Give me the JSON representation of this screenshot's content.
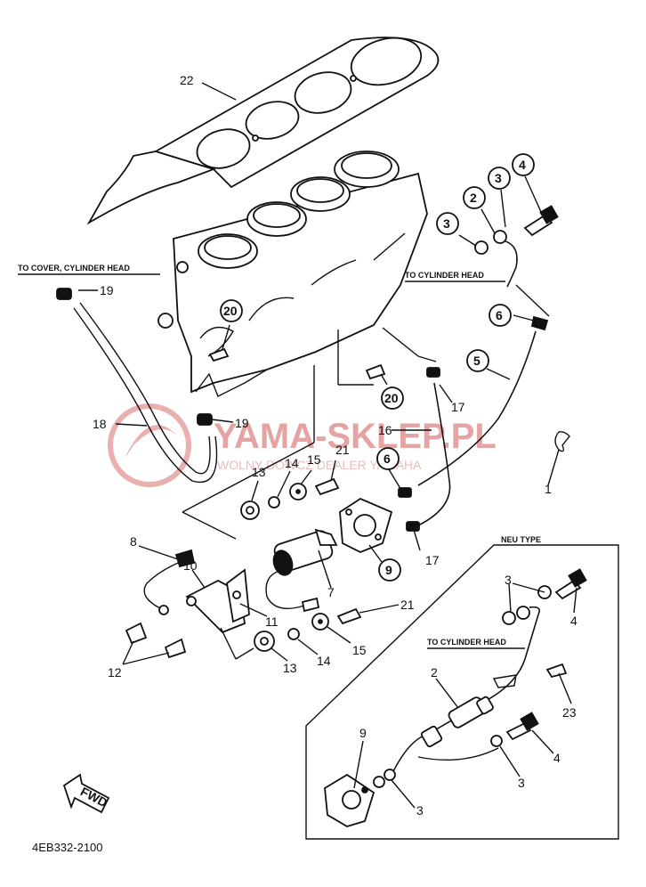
{
  "diagram": {
    "part_code": "4EB332-2100",
    "fwd_label": "FWD",
    "notes": {
      "to_cover_cylinder_head": "TO COVER, CYLINDER HEAD",
      "to_cylinder_head_top": "TO CYLINDER HEAD",
      "to_cylinder_head_box": "TO CYLINDER HEAD",
      "new_type": "NEU TYPE"
    },
    "watermark": {
      "main": "YAMA-SKLEP.PL",
      "sub": "WOLNY DOWCZ DEALER YAMAHA"
    },
    "callouts": [
      {
        "id": "c22",
        "num": "22",
        "circled": false
      },
      {
        "id": "c19a",
        "num": "19",
        "circled": false
      },
      {
        "id": "c20a",
        "num": "20",
        "circled": true
      },
      {
        "id": "c18",
        "num": "18",
        "circled": false
      },
      {
        "id": "c19b",
        "num": "19",
        "circled": false
      },
      {
        "id": "c3a",
        "num": "3",
        "circled": true
      },
      {
        "id": "c2a",
        "num": "2",
        "circled": true
      },
      {
        "id": "c3b",
        "num": "3",
        "circled": true
      },
      {
        "id": "c4a",
        "num": "4",
        "circled": true
      },
      {
        "id": "c6a",
        "num": "6",
        "circled": true
      },
      {
        "id": "c5",
        "num": "5",
        "circled": true
      },
      {
        "id": "c20b",
        "num": "20",
        "circled": true
      },
      {
        "id": "c17a",
        "num": "17",
        "circled": false
      },
      {
        "id": "c16",
        "num": "16",
        "circled": false
      },
      {
        "id": "c21a",
        "num": "21",
        "circled": false
      },
      {
        "id": "c15a",
        "num": "15",
        "circled": false
      },
      {
        "id": "c14a",
        "num": "14",
        "circled": false
      },
      {
        "id": "c13a",
        "num": "13",
        "circled": false
      },
      {
        "id": "c6b",
        "num": "6",
        "circled": true
      },
      {
        "id": "c1",
        "num": "1",
        "circled": false
      },
      {
        "id": "c17b",
        "num": "17",
        "circled": false
      },
      {
        "id": "c9a",
        "num": "9",
        "circled": true
      },
      {
        "id": "c8",
        "num": "8",
        "circled": false
      },
      {
        "id": "c10",
        "num": "10",
        "circled": false
      },
      {
        "id": "c7",
        "num": "7",
        "circled": false
      },
      {
        "id": "c11",
        "num": "11",
        "circled": false
      },
      {
        "id": "c21b",
        "num": "21",
        "circled": false
      },
      {
        "id": "c12",
        "num": "12",
        "circled": false
      },
      {
        "id": "c13b",
        "num": "13",
        "circled": false
      },
      {
        "id": "c14b",
        "num": "14",
        "circled": false
      },
      {
        "id": "c15b",
        "num": "15",
        "circled": false
      },
      {
        "id": "c3c",
        "num": "3",
        "circled": false
      },
      {
        "id": "c4b",
        "num": "4",
        "circled": false
      },
      {
        "id": "c2b",
        "num": "2",
        "circled": false
      },
      {
        "id": "c23",
        "num": "23",
        "circled": false
      },
      {
        "id": "c9b",
        "num": "9",
        "circled": false
      },
      {
        "id": "c4c",
        "num": "4",
        "circled": false
      },
      {
        "id": "c3d",
        "num": "3",
        "circled": false
      },
      {
        "id": "c3e",
        "num": "3",
        "circled": false
      }
    ]
  }
}
